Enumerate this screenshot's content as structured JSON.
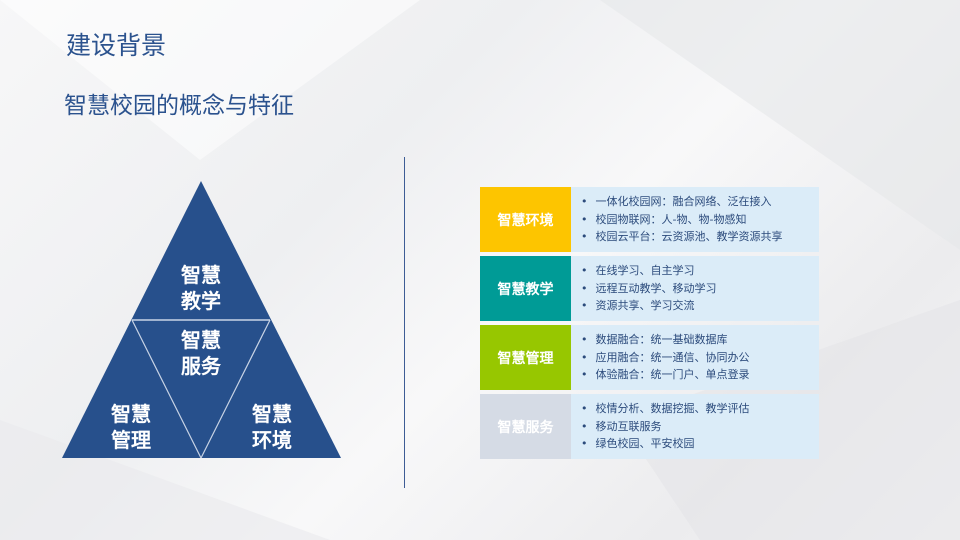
{
  "header": {
    "title": "建设背景",
    "subtitle": "智慧校园的概念与特征"
  },
  "pyramid": {
    "color": "#27508c",
    "top": [
      "智慧",
      "教学"
    ],
    "center": [
      "智慧",
      "服务"
    ],
    "left": [
      "智慧",
      "管理"
    ],
    "right": [
      "智慧",
      "环境"
    ]
  },
  "features": [
    {
      "label": "智慧环境",
      "color": "#fdc500",
      "items": [
        "一体化校园网：融合网络、泛在接入",
        "校园物联网：人-物、物-物感知",
        "校园云平台：云资源池、教学资源共享"
      ]
    },
    {
      "label": "智慧教学",
      "color": "#009b96",
      "items": [
        "在线学习、自主学习",
        "远程互动教学、移动学习",
        "资源共享、学习交流"
      ]
    },
    {
      "label": "智慧管理",
      "color": "#97c700",
      "items": [
        "数据融合：统一基础数据库",
        "应用融合：统一通信、协同办公",
        "体验融合：统一门户、单点登录"
      ]
    },
    {
      "label": "智慧服务",
      "color": "#d5dbe5",
      "items": [
        "校情分析、数据挖掘、教学评估",
        "移动互联服务",
        "绿色校园、平安校园"
      ]
    }
  ]
}
